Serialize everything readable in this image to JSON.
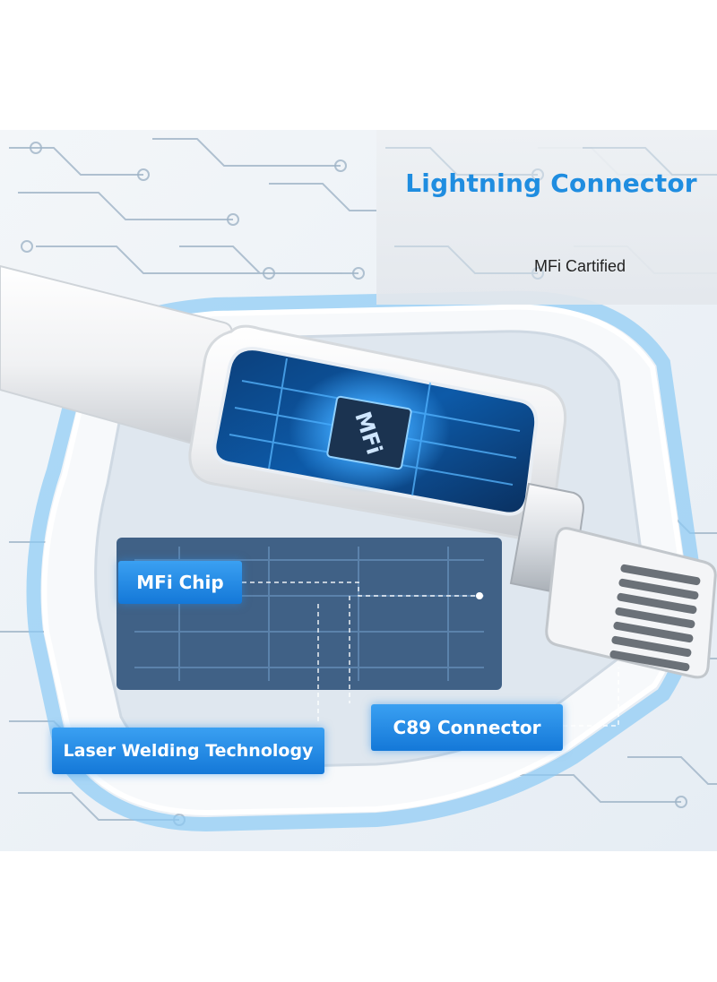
{
  "header_panel": {
    "title": "Lightning Connector",
    "subtitle": "MFi Cartified"
  },
  "chip": {
    "marking": "MFi"
  },
  "callouts": {
    "mfi_chip": "MFi Chip",
    "c89_connector": "C89 Connector",
    "laser_welding": "Laser Welding Technology"
  },
  "colors": {
    "accent_blue": "#1f8de0",
    "label_blue": "#1b82e0",
    "frame_glow": "#7fc4f5",
    "background": "#eef3f8"
  }
}
